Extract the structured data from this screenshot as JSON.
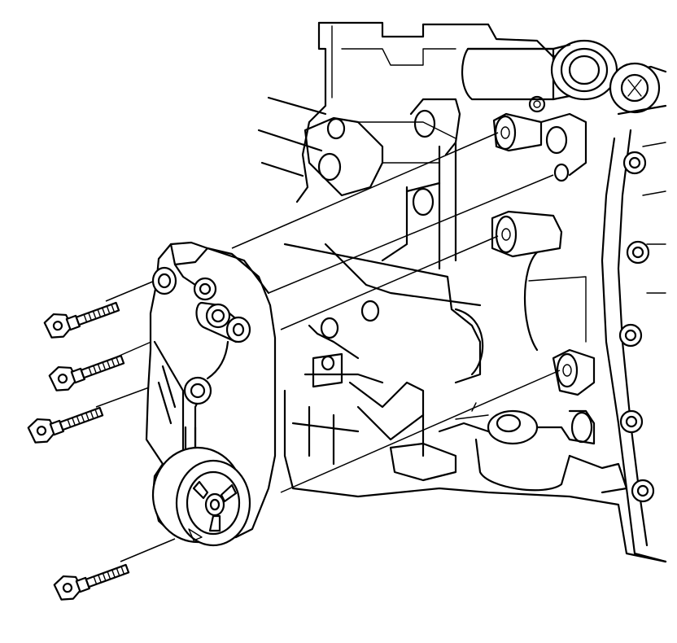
{
  "figure": {
    "subject": "engine-block-with-mounting-bracket",
    "colors": {
      "line": "#000000",
      "background": "#ffffff"
    },
    "parts": [
      {
        "id": "engine-block",
        "icon": "engine-block-icon"
      },
      {
        "id": "mounting-bracket",
        "icon": "bracket-icon"
      },
      {
        "id": "idler-pulley",
        "icon": "pulley-icon"
      },
      {
        "id": "bolt",
        "icon": "bolt-icon",
        "count": 4
      }
    ]
  }
}
